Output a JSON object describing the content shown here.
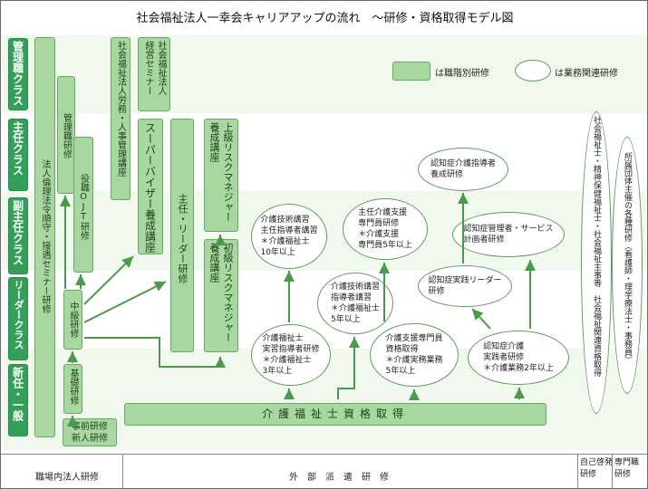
{
  "title": "社会福祉法人一幸会キャリアアップの流れ　～研修・資格取得モデル図",
  "legend": {
    "job_level": "は職階別研修",
    "work_related": "は業務関連研修"
  },
  "classes": [
    "管理職クラス",
    "主任クラス",
    "副主任クラス",
    "リーダークラス",
    "新任・一般"
  ],
  "boxes": {
    "ethics": "法人倫理法令順守・接遇セミナー研修",
    "manager": "管理職研修",
    "ojt": "役職OJT研修",
    "mid": "中級研修",
    "basic": "基礎研修",
    "pre": "事前研修\n新人研修",
    "labor": "社会福祉法人労務・人事管理講座",
    "exec": "社会福祉法人\n経営セミナー",
    "supervisor": "スーパーバイザー養成講座",
    "leader": "主任・リーダー研修",
    "senior_risk": "上級リスクマネジャー\n養成講座",
    "junior_risk": "初級リスクマネジャー\n養成講座",
    "cert_exam": "介護福祉士資格取得"
  },
  "ovals": {
    "o1": "介護技術講習\n主任指導者講習\n＊介護福祉士\n10年以上",
    "o2": "介護技術講習\n指導者講習\n＊介護福祉士\n5年以上",
    "o3": "介護福祉士\n実習指導者研修\n＊介護福祉士\n3年以上",
    "o4": "主任介護支援\n専門員研修\n＊介護支援\n専門員5年以上",
    "o5": "介護支援専門員\n資格取得\n＊介護実務業務\n5年以上",
    "o6": "認知症介護指導者\n養成研修",
    "o7": "認知症実践リーダー\n研修",
    "o8": "認知症管理者・サービス\n計画者研修",
    "o9": "認知症介護\n実践者研修\n＊介護業務2年以上",
    "o10": "社会福祉士・精神保健福祉士・社会福祉主事等　社会福祉関連資格取得",
    "o11": "所属団体主催の各種研修（看護師・理学療法士・事務員）"
  },
  "footer": {
    "internal": "職場内法人研修",
    "external": "外　部　派　遣　研　修",
    "self": "自己啓発\n研修",
    "pro": "専門職\n研修"
  },
  "colors": {
    "dark_green": "#33a05a",
    "light_green": "#a8d8a0",
    "band": "#f1f9ee",
    "arrow": "#4a9a4a"
  }
}
